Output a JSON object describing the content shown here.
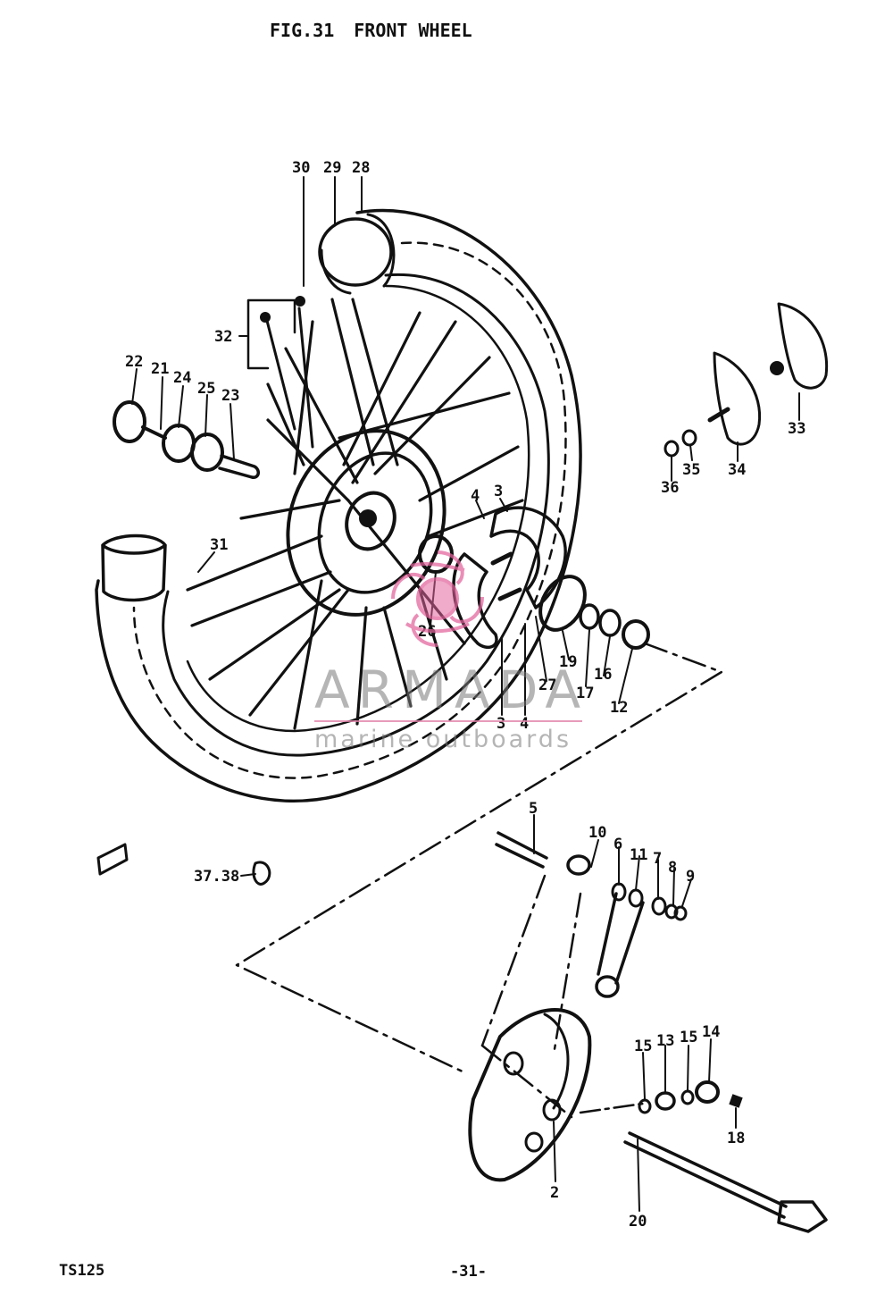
{
  "header": {
    "fig": "FIG.31",
    "title": "FRONT WHEEL"
  },
  "footer": {
    "model": "TS125",
    "page": "-31-"
  },
  "watermark": {
    "name": "ARMADA",
    "subtitle": "marine outboards",
    "accent_color": "#e2639c",
    "icon": "armada-flower-logo-icon"
  },
  "callouts": {
    "p30": "30",
    "p29": "29",
    "p28": "28",
    "p32": "32",
    "p22": "22",
    "p21": "21",
    "p24": "24",
    "p25": "25",
    "p23": "23",
    "p31": "31",
    "p3a": "3",
    "p4a": "4",
    "p26": "26",
    "p27": "27",
    "p3b": "3",
    "p4b": "4",
    "p19": "19",
    "p17": "17",
    "p16": "16",
    "p12": "12",
    "p33": "33",
    "p34": "34",
    "p35": "35",
    "p36": "36",
    "p5": "5",
    "p10": "10",
    "p6": "6",
    "p11": "11",
    "p7": "7",
    "p8": "8",
    "p9": "9",
    "p3738": "37.38",
    "p15a": "15",
    "p13": "13",
    "p15b": "15",
    "p14": "14",
    "p18": "18",
    "p2": "2",
    "p20": "20"
  }
}
